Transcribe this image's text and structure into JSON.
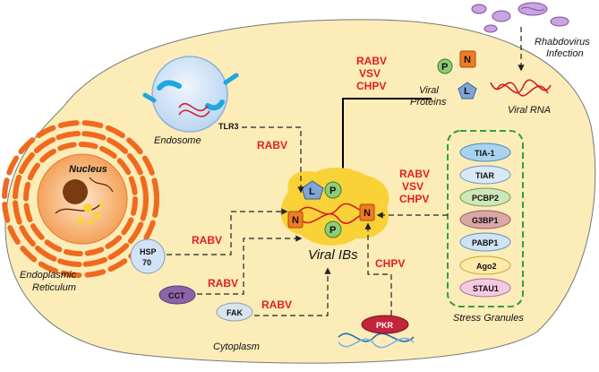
{
  "virus": {
    "infection_line1": "Rhabdovirus",
    "infection_line2": "Infection",
    "rna_label": "Viral RNA"
  },
  "viral_proteins": {
    "label_line1": "Viral",
    "label_line2": "Proteins",
    "P": "P",
    "N": "N",
    "L": "L"
  },
  "virus_groups": {
    "top": [
      "RABV",
      "VSV",
      "CHPV"
    ],
    "sg": [
      "RABV",
      "VSV",
      "CHPV"
    ]
  },
  "labels": {
    "endosome": "Endosome",
    "tlr3": "TLR3",
    "rabv_tlr3": "RABV",
    "nucleus": "Nucleus",
    "er_line1": "Endoplasmic",
    "er_line2": "Reticulum",
    "hsp_line1": "HSP",
    "hsp_line2": "70",
    "rabv_hsp": "RABV",
    "cct": "CCT",
    "rabv_cct": "RABV",
    "fak": "FAK",
    "rabv_fak": "RABV",
    "chpv_pkr": "CHPV",
    "pkr": "PKR",
    "cytoplasm": "Cytoplasm",
    "viral_ibs": "Viral IBs",
    "stress_granules": "Stress Granules"
  },
  "ib_proteins": {
    "L": "L",
    "P1": "P",
    "P2": "P",
    "N1": "N",
    "N2": "N"
  },
  "stress_granule_items": [
    "TIA-1",
    "TIAR",
    "PCBP2",
    "G3BP1",
    "PABP1",
    "Ago2",
    "STAU1"
  ],
  "colors": {
    "cell": "#fcecb8",
    "ib_blob": "#f9d237",
    "n_box": "#f07c22",
    "p_circle": "#8fcc7a",
    "l_pent": "#7fa6d6",
    "sg_border": "#2ea043",
    "red_text": "#e02020"
  }
}
